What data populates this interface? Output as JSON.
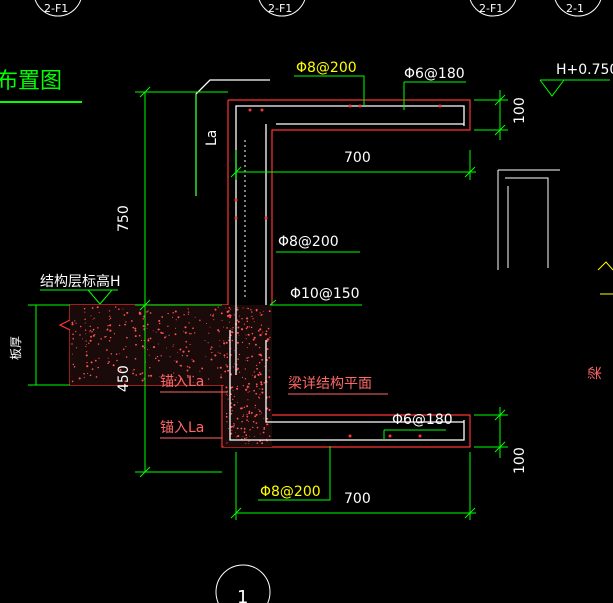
{
  "colors": {
    "bg": "#000000",
    "dim": "#00ff00",
    "outline": "#ff3333",
    "rebar": "#ffffff",
    "label": "#ffffff",
    "note": "#ff6666",
    "title": "#00ff00",
    "leader": "#ffff00"
  },
  "header": {
    "axis_labels": [
      "2-F1",
      "2-F1",
      "2-F1",
      "2-1"
    ],
    "title_partial": "布置图"
  },
  "dimensions": {
    "top_span": "700",
    "bottom_span": "700",
    "top_thick": "100",
    "bottom_thick": "100",
    "upper_height": "750",
    "lower_height": "450",
    "la": "La"
  },
  "rebar_labels": {
    "top_main": "Φ8@200",
    "top_dist": "Φ6@180",
    "wall_vert": "Φ8@200",
    "wall_horiz": "Φ10@150",
    "bottom_dist": "Φ6@180",
    "bottom_main": "Φ8@200"
  },
  "notes": {
    "struct_level": "结构层标高H",
    "slab_thick": "板厚",
    "anchor1": "锚入La",
    "anchor2": "锚入La",
    "beam_ref": "梁详结构平面",
    "elevation": "H+0.750",
    "right_partial": "梁"
  },
  "footer": {
    "detail_number": "1"
  }
}
